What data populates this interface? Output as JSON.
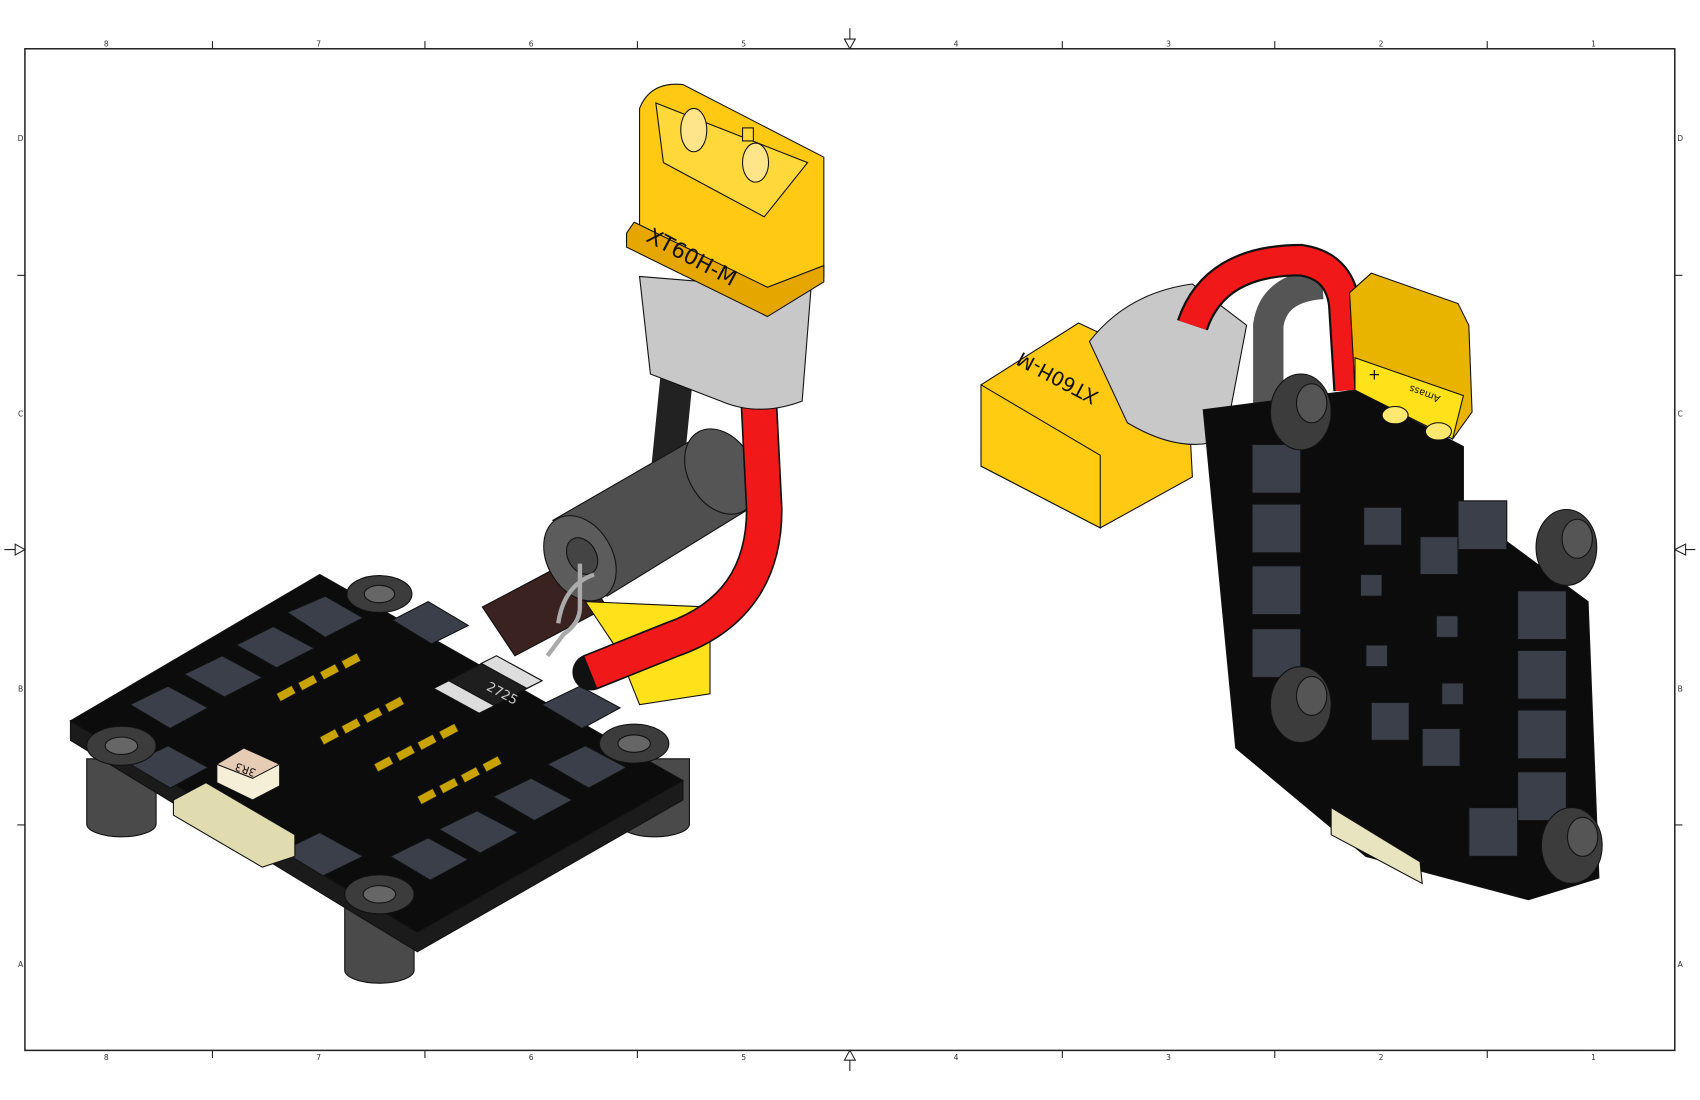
{
  "drawing": {
    "columns_top": [
      "8",
      "7",
      "6",
      "5",
      "4",
      "3",
      "2",
      "1"
    ],
    "columns_bottom": [
      "8",
      "7",
      "6",
      "5",
      "4",
      "3",
      "2",
      "1"
    ],
    "rows_left": [
      "D",
      "C",
      "B",
      "A"
    ],
    "rows_right": [
      "D",
      "C",
      "B",
      "A"
    ]
  },
  "left_view": {
    "connector_label": "XT60H-M",
    "resistor_marking": "2725",
    "inductor_marking": "3R3"
  },
  "right_view": {
    "connector_label": "XT60H-M",
    "connector_brand": "Amass",
    "polarity_mark": "+"
  },
  "colors": {
    "connector_yellow": "#FFC914",
    "wire_red": "#F01818",
    "pcb_black": "#0c0c0c",
    "sleeve_grey": "#c8c8c8",
    "standoff_grey": "#4a4a4a"
  }
}
